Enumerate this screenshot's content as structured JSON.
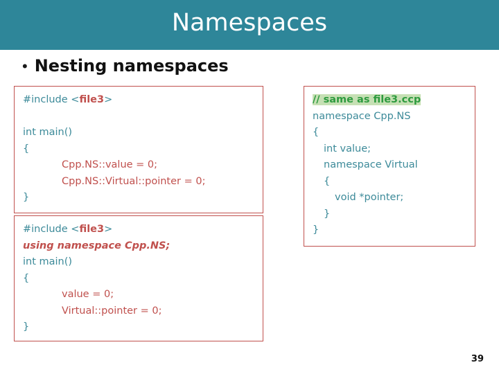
{
  "slide": {
    "title": "Namespaces",
    "title_band_color": "#2E8699",
    "bullet": {
      "marker": "•",
      "text": "Nesting namespaces"
    },
    "page_number": "39"
  },
  "boxes": {
    "left_top": {
      "lines": [
        {
          "segments": [
            {
              "text": "#include <",
              "style": "teal"
            },
            {
              "text": "file3",
              "style": "red-bold"
            },
            {
              "text": ">",
              "style": "teal"
            }
          ]
        },
        {
          "segments": [
            {
              "text": "",
              "style": "teal"
            }
          ]
        },
        {
          "segments": [
            {
              "text": "int main()",
              "style": "teal"
            }
          ]
        },
        {
          "segments": [
            {
              "text": "{",
              "style": "teal"
            }
          ]
        },
        {
          "indent": 2,
          "segments": [
            {
              "text": "Cpp.NS::value = 0;",
              "style": "red"
            }
          ]
        },
        {
          "indent": 2,
          "segments": [
            {
              "text": "Cpp.NS::Virtual::pointer = 0;",
              "style": "red"
            }
          ]
        },
        {
          "segments": [
            {
              "text": "}",
              "style": "teal"
            }
          ]
        }
      ]
    },
    "left_bottom": {
      "lines": [
        {
          "segments": [
            {
              "text": "#include <",
              "style": "teal"
            },
            {
              "text": "file3",
              "style": "red-bold"
            },
            {
              "text": ">",
              "style": "teal"
            }
          ]
        },
        {
          "segments": [
            {
              "text": "using namespace Cpp.NS;",
              "style": "red-bold-italic"
            }
          ]
        },
        {
          "segments": [
            {
              "text": "int main()",
              "style": "teal"
            }
          ]
        },
        {
          "segments": [
            {
              "text": "{",
              "style": "teal"
            }
          ]
        },
        {
          "indent": 2,
          "segments": [
            {
              "text": "value = 0;",
              "style": "red"
            }
          ]
        },
        {
          "indent": 2,
          "segments": [
            {
              "text": "Virtual::pointer = 0;",
              "style": "red"
            }
          ]
        },
        {
          "segments": [
            {
              "text": "}",
              "style": "teal"
            }
          ]
        }
      ]
    },
    "right": {
      "lines": [
        {
          "segments": [
            {
              "text": "// same as file3.ccp",
              "style": "green-bold-highlight"
            }
          ]
        },
        {
          "segments": [
            {
              "text": "namespace Cpp.NS",
              "style": "teal"
            }
          ]
        },
        {
          "segments": [
            {
              "text": "{",
              "style": "teal"
            }
          ]
        },
        {
          "indent": 1,
          "segments": [
            {
              "text": "int value;",
              "style": "teal"
            }
          ]
        },
        {
          "indent": 1,
          "segments": [
            {
              "text": "namespace Virtual",
              "style": "teal"
            }
          ]
        },
        {
          "indent": 1,
          "segments": [
            {
              "text": "{",
              "style": "teal"
            }
          ]
        },
        {
          "indent": 2,
          "segments": [
            {
              "text": "void *pointer;",
              "style": "teal"
            }
          ]
        },
        {
          "indent": 1,
          "segments": [
            {
              "text": "}",
              "style": "teal"
            }
          ]
        },
        {
          "segments": [
            {
              "text": "}",
              "style": "teal"
            }
          ]
        }
      ]
    }
  }
}
